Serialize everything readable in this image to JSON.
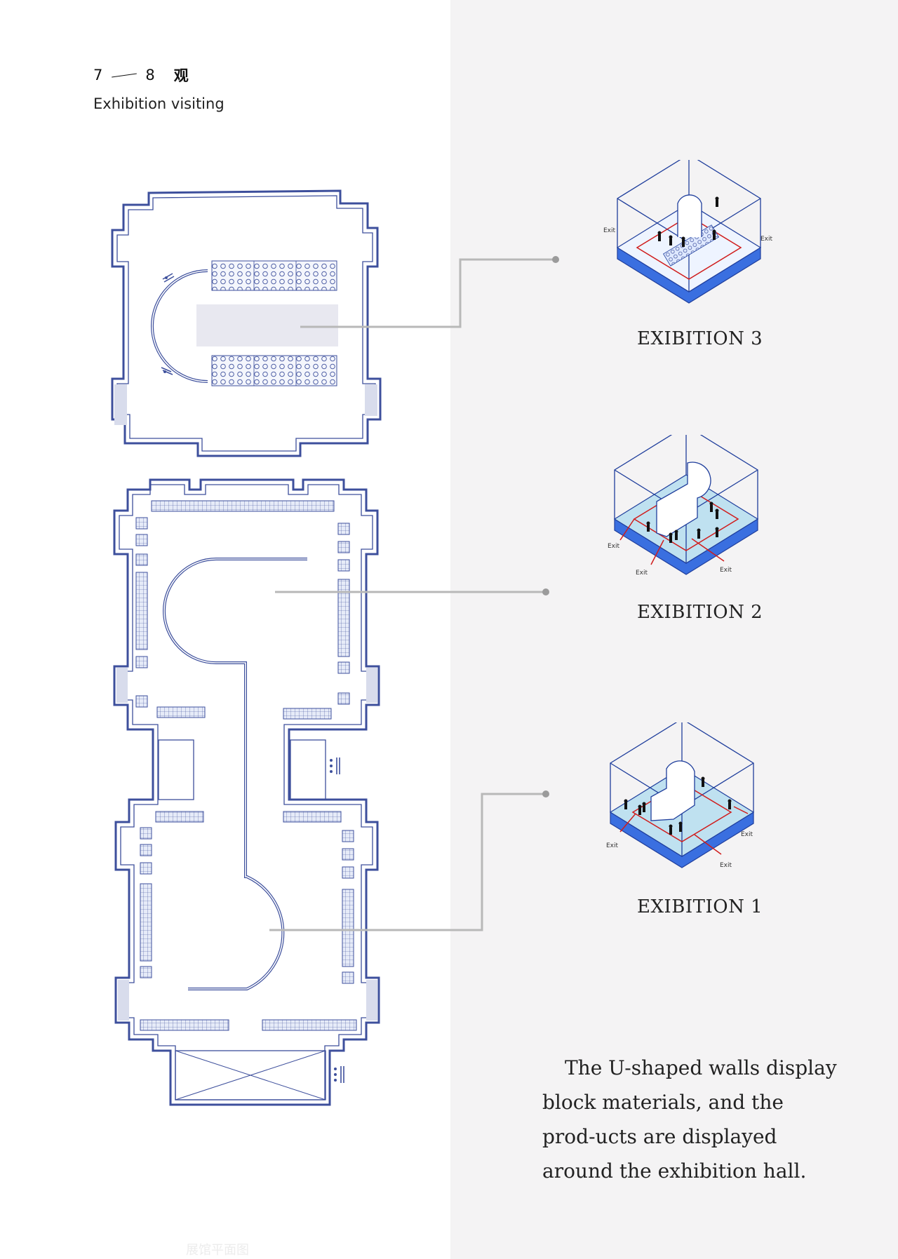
{
  "header": {
    "section_num_start": "7",
    "section_num_end": "8",
    "section_cn": "观",
    "subtitle": "Exhibition visiting"
  },
  "exhibitions": [
    {
      "label": "EXIBITION 3"
    },
    {
      "label": "EXIBITION 2"
    },
    {
      "label": "EXIBITION 1"
    }
  ],
  "exit_label": "Exit",
  "description": "The U-shaped walls display block materials, and the prod-ucts are displayed around the exhibition hall.",
  "footer_caption": "展馆平面图",
  "colors": {
    "plan_stroke": "#3d4f9c",
    "floor_blue": "#3a6fe0",
    "floor_light": "#bfe1f0",
    "route_red": "#d01c1c",
    "leader_gray": "#b8b8b8",
    "panel_bg": "#f4f3f4"
  }
}
